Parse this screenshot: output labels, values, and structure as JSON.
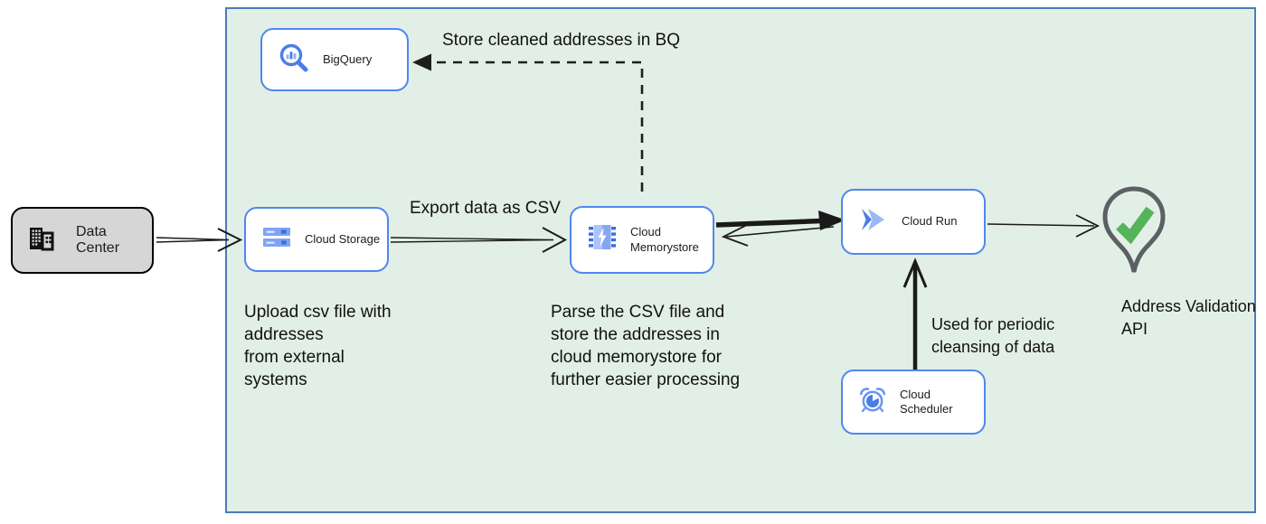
{
  "nodes": {
    "data_center": {
      "label": "Data Center",
      "icon": "building-icon"
    },
    "bigquery": {
      "label": "BigQuery",
      "icon": "bigquery-magnifier-icon"
    },
    "cloud_storage": {
      "label": "Cloud Storage",
      "icon": "storage-buckets-icon"
    },
    "cloud_memorystore": {
      "label": "Cloud\nMemorystore",
      "icon": "memory-chip-icon"
    },
    "cloud_run": {
      "label": "Cloud Run",
      "icon": "cloud-run-chevron-icon"
    },
    "cloud_scheduler": {
      "label": "Cloud Scheduler",
      "icon": "alarm-clock-icon"
    },
    "address_validation_api": {
      "label": "Address Validation\nAPI",
      "icon": "map-pin-check-icon"
    }
  },
  "annotations": {
    "store_cleaned": "Store cleaned addresses in BQ",
    "export_csv": "Export data as CSV",
    "upload_csv": "Upload csv file with\naddresses\nfrom external\nsystems",
    "parse_csv": "Parse the CSV file and\nstore the addresses in\ncloud  memorystore for\nfurther easier processing",
    "periodic_cleansing": "Used for periodic\ncleansing of data"
  },
  "colors": {
    "boundary_fill": "#e2efe6",
    "boundary_border": "#4a7cba",
    "node_border": "#4f87f1",
    "datacenter_fill": "#d6d6d6",
    "icon_blue_dark": "#3c6ce0",
    "icon_blue_mid": "#7fa4f3",
    "icon_blue_light": "#dce7fc",
    "pin_outline": "#5b6065",
    "check_green": "#55b35a",
    "arrow_black": "#1a1a1a"
  }
}
